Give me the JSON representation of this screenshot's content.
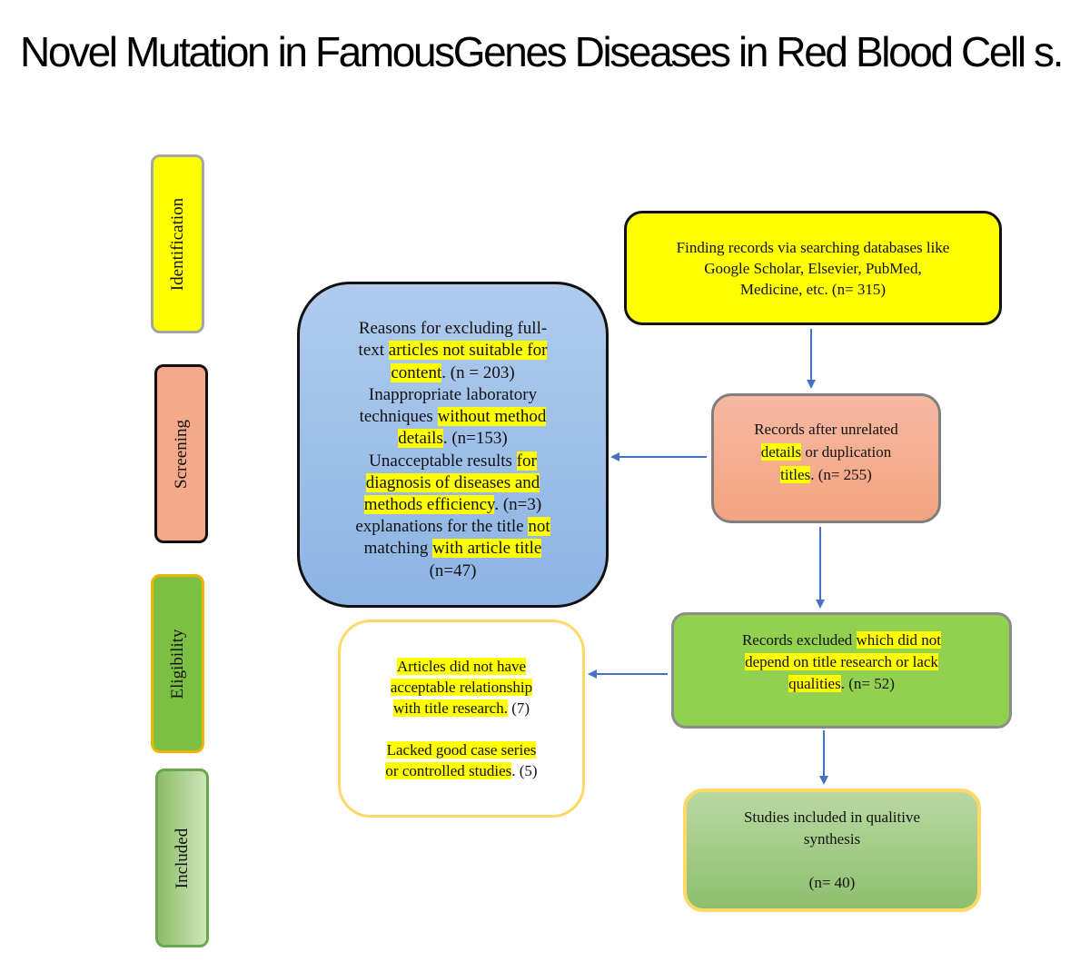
{
  "title": "Novel Mutation in FamousGenes Diseases in Red Blood Cell s.",
  "stages": {
    "identification": "Identification",
    "screening": "Screening",
    "eligibility": "Eligibility",
    "included": "Included"
  },
  "records_found": {
    "line1": "Finding records via searching databases like",
    "line2": "Google Scholar, Elsevier, PubMed,",
    "line3": "Medicine, etc. (n= 315)"
  },
  "records_screened": {
    "t1": "Records after unrelated",
    "h1": "details",
    "t2": " or duplication",
    "h2": "titles",
    "t3": ". (n= 255)"
  },
  "excluded_fulltext": {
    "l1": "Reasons for excluding full-",
    "l2a": "text ",
    "l2b": "articles not suitable for",
    "l3a": "content",
    "l3b": ".  (n = 203)",
    "l4": "Inappropriate laboratory",
    "l5a": "techniques ",
    "l5b": "without method",
    "l6a": "details",
    "l6b": ". (n=153)",
    "l7a": "Unacceptable results ",
    "l7b": "for",
    "l8": "diagnosis of diseases and",
    "l9a": "methods efficiency",
    "l9b": ". (n=3)",
    "l10a": "explanations for the title ",
    "l10b": "not",
    "l11a": "matching ",
    "l11b": "with article title",
    "l12": "(n=47)"
  },
  "records_excluded": {
    "l1a": "Records excluded ",
    "l1b": "which did not",
    "l2": "depend on title research or lack",
    "l3a": "qualities",
    "l3b": ". (n= 52)"
  },
  "articles_excluded": {
    "l1": "Articles did not have",
    "l2": "acceptable relationship",
    "l3a": "with title research.",
    "l3b": " (7)",
    "l4": "Lacked good case series",
    "l5a": "or controlled studies",
    "l5b": ". (5)"
  },
  "included": {
    "l1": "Studies included in qualitive",
    "l2": "synthesis",
    "l3": "(n= 40)"
  },
  "colors": {
    "yellow": "#ffff00",
    "salmon": "#f4a98a",
    "blue": "#9dbde6",
    "green": "#92d050",
    "arrow": "#4472c4"
  }
}
